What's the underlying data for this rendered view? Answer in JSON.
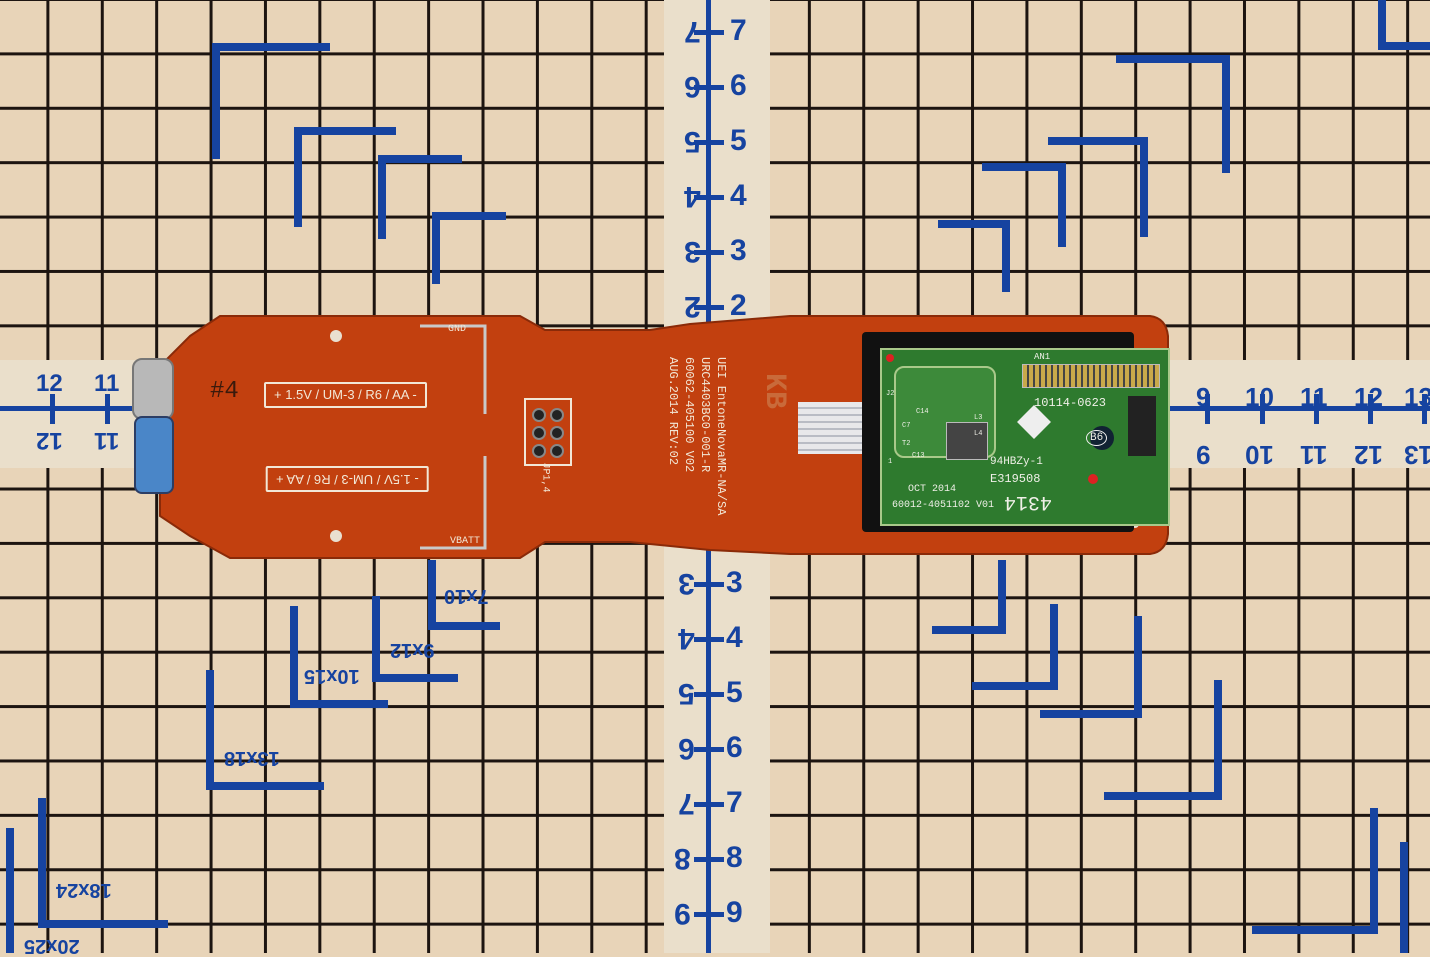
{
  "scene": {
    "description_tags": [
      "pcb",
      "cutting-mat",
      "remote-control-board"
    ],
    "colors": {
      "mat": "#e8d4b8",
      "grid_line": "#1c1410",
      "ruler_blue": "#1643a0",
      "pcb_orange": "#c2400f",
      "daughterboard_green": "#2e7a2e",
      "silkscreen": "#f2e7d6"
    }
  },
  "ruler": {
    "vertical_top": [
      "7",
      "6",
      "5",
      "4",
      "3",
      "2"
    ],
    "vertical_bottom": [
      "3",
      "4",
      "5",
      "6",
      "7",
      "8",
      "9"
    ],
    "horizontal_left": [
      "12",
      "11"
    ],
    "horizontal_right": [
      "9",
      "10",
      "11",
      "12",
      "13"
    ]
  },
  "size_labels": [
    "7x10",
    "9x12",
    "10x15",
    "13x18",
    "18x24",
    "20x25"
  ],
  "pcb": {
    "silkscreen_lines": [
      "UEI EntoneNovaMR-NA/SA",
      "URC4403BC0-001-R",
      "60062-405100 V02",
      "AUG.2014 REV:02"
    ],
    "battery_1": "+ 1.5V / UM-3 / R6 / AA -",
    "battery_2": "- 1.5V / UM-3 / R6 / AA +",
    "gnd": "GND",
    "vbatt": "VBATT",
    "jumper": "JP1,4",
    "hand_mark": "#4",
    "logo": "KB"
  },
  "daughterboard": {
    "part_no": "10114-0623",
    "antenna": "AN1",
    "ul_mark": "94HBZy-1",
    "ul_file": "E319508",
    "date": "OCT 2014",
    "pcb_id": "60012-4051102 V01",
    "date_code": "4314",
    "badge": "B6",
    "components": [
      "C14",
      "C13",
      "C7",
      "T2",
      "L3",
      "L4",
      "J2",
      "1"
    ]
  }
}
